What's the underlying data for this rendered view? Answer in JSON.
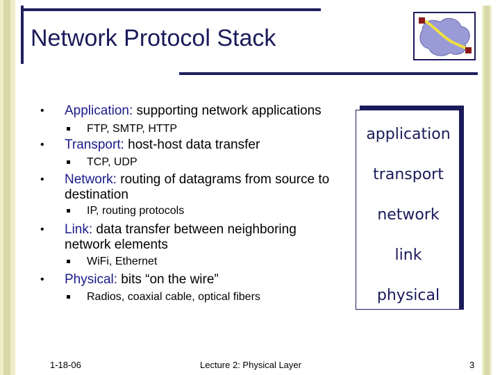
{
  "title": "Network Protocol Stack",
  "bullets": [
    {
      "term": "Application:",
      "desc": " supporting network applications",
      "subs": [
        "FTP, SMTP, HTTP"
      ]
    },
    {
      "term": "Transport:",
      "desc": " host-host data transfer",
      "subs": [
        "TCP, UDP"
      ]
    },
    {
      "term": "Network:",
      "desc": " routing of datagrams from source to destination",
      "subs": [
        "IP, routing protocols"
      ]
    },
    {
      "term": "Link:",
      "desc": " data transfer between neighboring network elements",
      "subs": [
        "WiFi, Ethernet"
      ]
    },
    {
      "term": "Physical:",
      "desc": " bits “on the wire”",
      "subs": [
        "Radios, coaxial cable, optical fibers"
      ]
    }
  ],
  "stack": [
    "application",
    "transport",
    "network",
    "link",
    "physical"
  ],
  "footer": {
    "date": "1-18-06",
    "course": "Lecture 2: Physical Layer",
    "page": "3"
  },
  "logo_icon": "network-cloud-icon"
}
